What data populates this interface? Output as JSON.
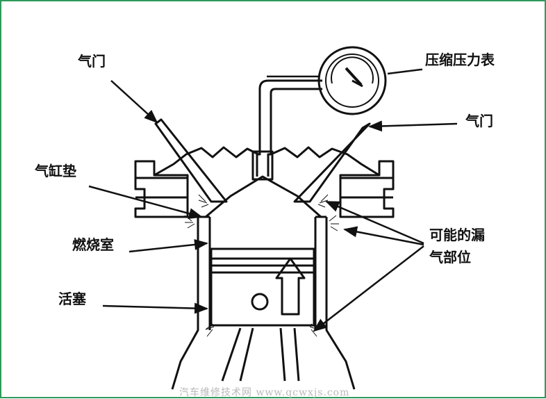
{
  "labels": {
    "valve_left": "气门",
    "compression_gauge": "压缩压力表",
    "valve_right": "气门",
    "cylinder_gasket": "气缸垫",
    "combustion_chamber": "燃烧室",
    "piston": "活塞",
    "leak_points_line1": "可能的漏",
    "leak_points_line2": "气部位"
  },
  "watermark": "汽车维修技术网 www.qcwxjs.com",
  "colors": {
    "frame": "#2e9a5a",
    "ink": "#111111",
    "watermark": "#b9b9b9"
  }
}
